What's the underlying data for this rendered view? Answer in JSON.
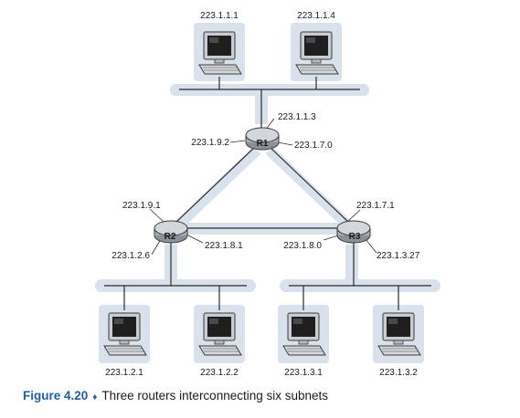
{
  "hosts": {
    "h1": "223.1.1.1",
    "h2": "223.1.1.4",
    "h3": "223.1.2.1",
    "h4": "223.1.2.2",
    "h5": "223.1.3.1",
    "h6": "223.1.3.2"
  },
  "routers": {
    "r1": {
      "name": "R1",
      "top": "223.1.1.3",
      "left": "223.1.9.2",
      "right": "223.1.7.0"
    },
    "r2": {
      "name": "R2",
      "top": "223.1.9.1",
      "right": "223.1.8.1",
      "bottom": "223.1.2.6"
    },
    "r3": {
      "name": "R3",
      "top": "223.1.7.1",
      "left": "223.1.8.0",
      "bottom": "223.1.3.27"
    }
  },
  "caption": {
    "figure": "Figure 4.20",
    "separator": "♦",
    "text": "Three routers interconnecting six subnets"
  },
  "colors": {
    "subnet": "#d9e1ec",
    "caption_accent": "#1f5fa8"
  }
}
